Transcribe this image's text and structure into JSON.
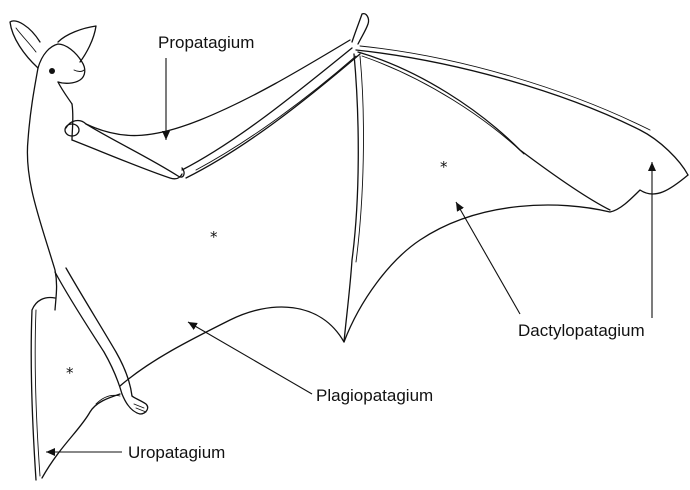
{
  "labels": {
    "propatagium": "Propatagium",
    "dactylopatagium": "Dactylopatagium",
    "plagiopatagium": "Plagiopatagium",
    "uropatagium": "Uropatagium"
  },
  "markers": {
    "star": "*"
  },
  "colors": {
    "ink": "#111111",
    "background": "#ffffff"
  }
}
